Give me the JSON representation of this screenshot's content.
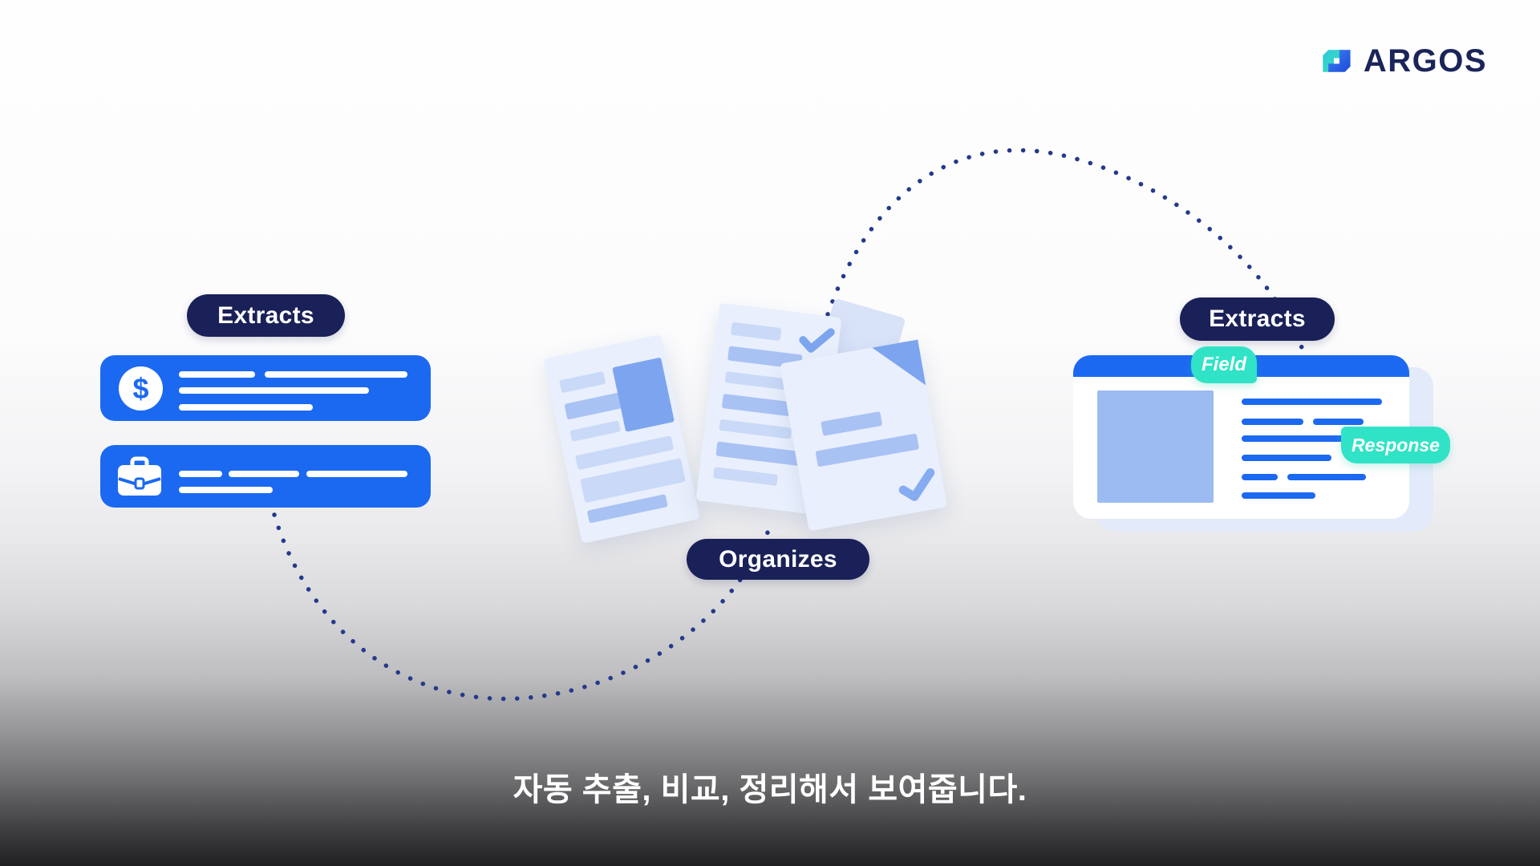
{
  "logo": {
    "brand": "ARGOS"
  },
  "stages": {
    "left": {
      "badge": "Extracts"
    },
    "center": {
      "badge": "Organizes"
    },
    "right": {
      "badge": "Extracts",
      "field_tag": "Field",
      "response_tag": "Response"
    }
  },
  "caption": {
    "text": "자동 추출, 비교, 정리해서 보여줍니다."
  },
  "icons": {
    "dollar_glyph": "$",
    "briefcase": "briefcase-icon",
    "check": "check-icon",
    "logo_mark": "argos-cube-icon"
  },
  "colors": {
    "accent_blue": "#1C69F1",
    "badge_navy": "#1A2158",
    "logo_navy": "#1B2559",
    "teal_tag": "#31E3C6",
    "dotted_arc": "#24398C",
    "doc_light": "#E9EFFC",
    "doc_bar_light": "#C9D9F7",
    "doc_bar_mid": "#A9C2F4",
    "doc_bar_blue": "#7DA5EF"
  }
}
